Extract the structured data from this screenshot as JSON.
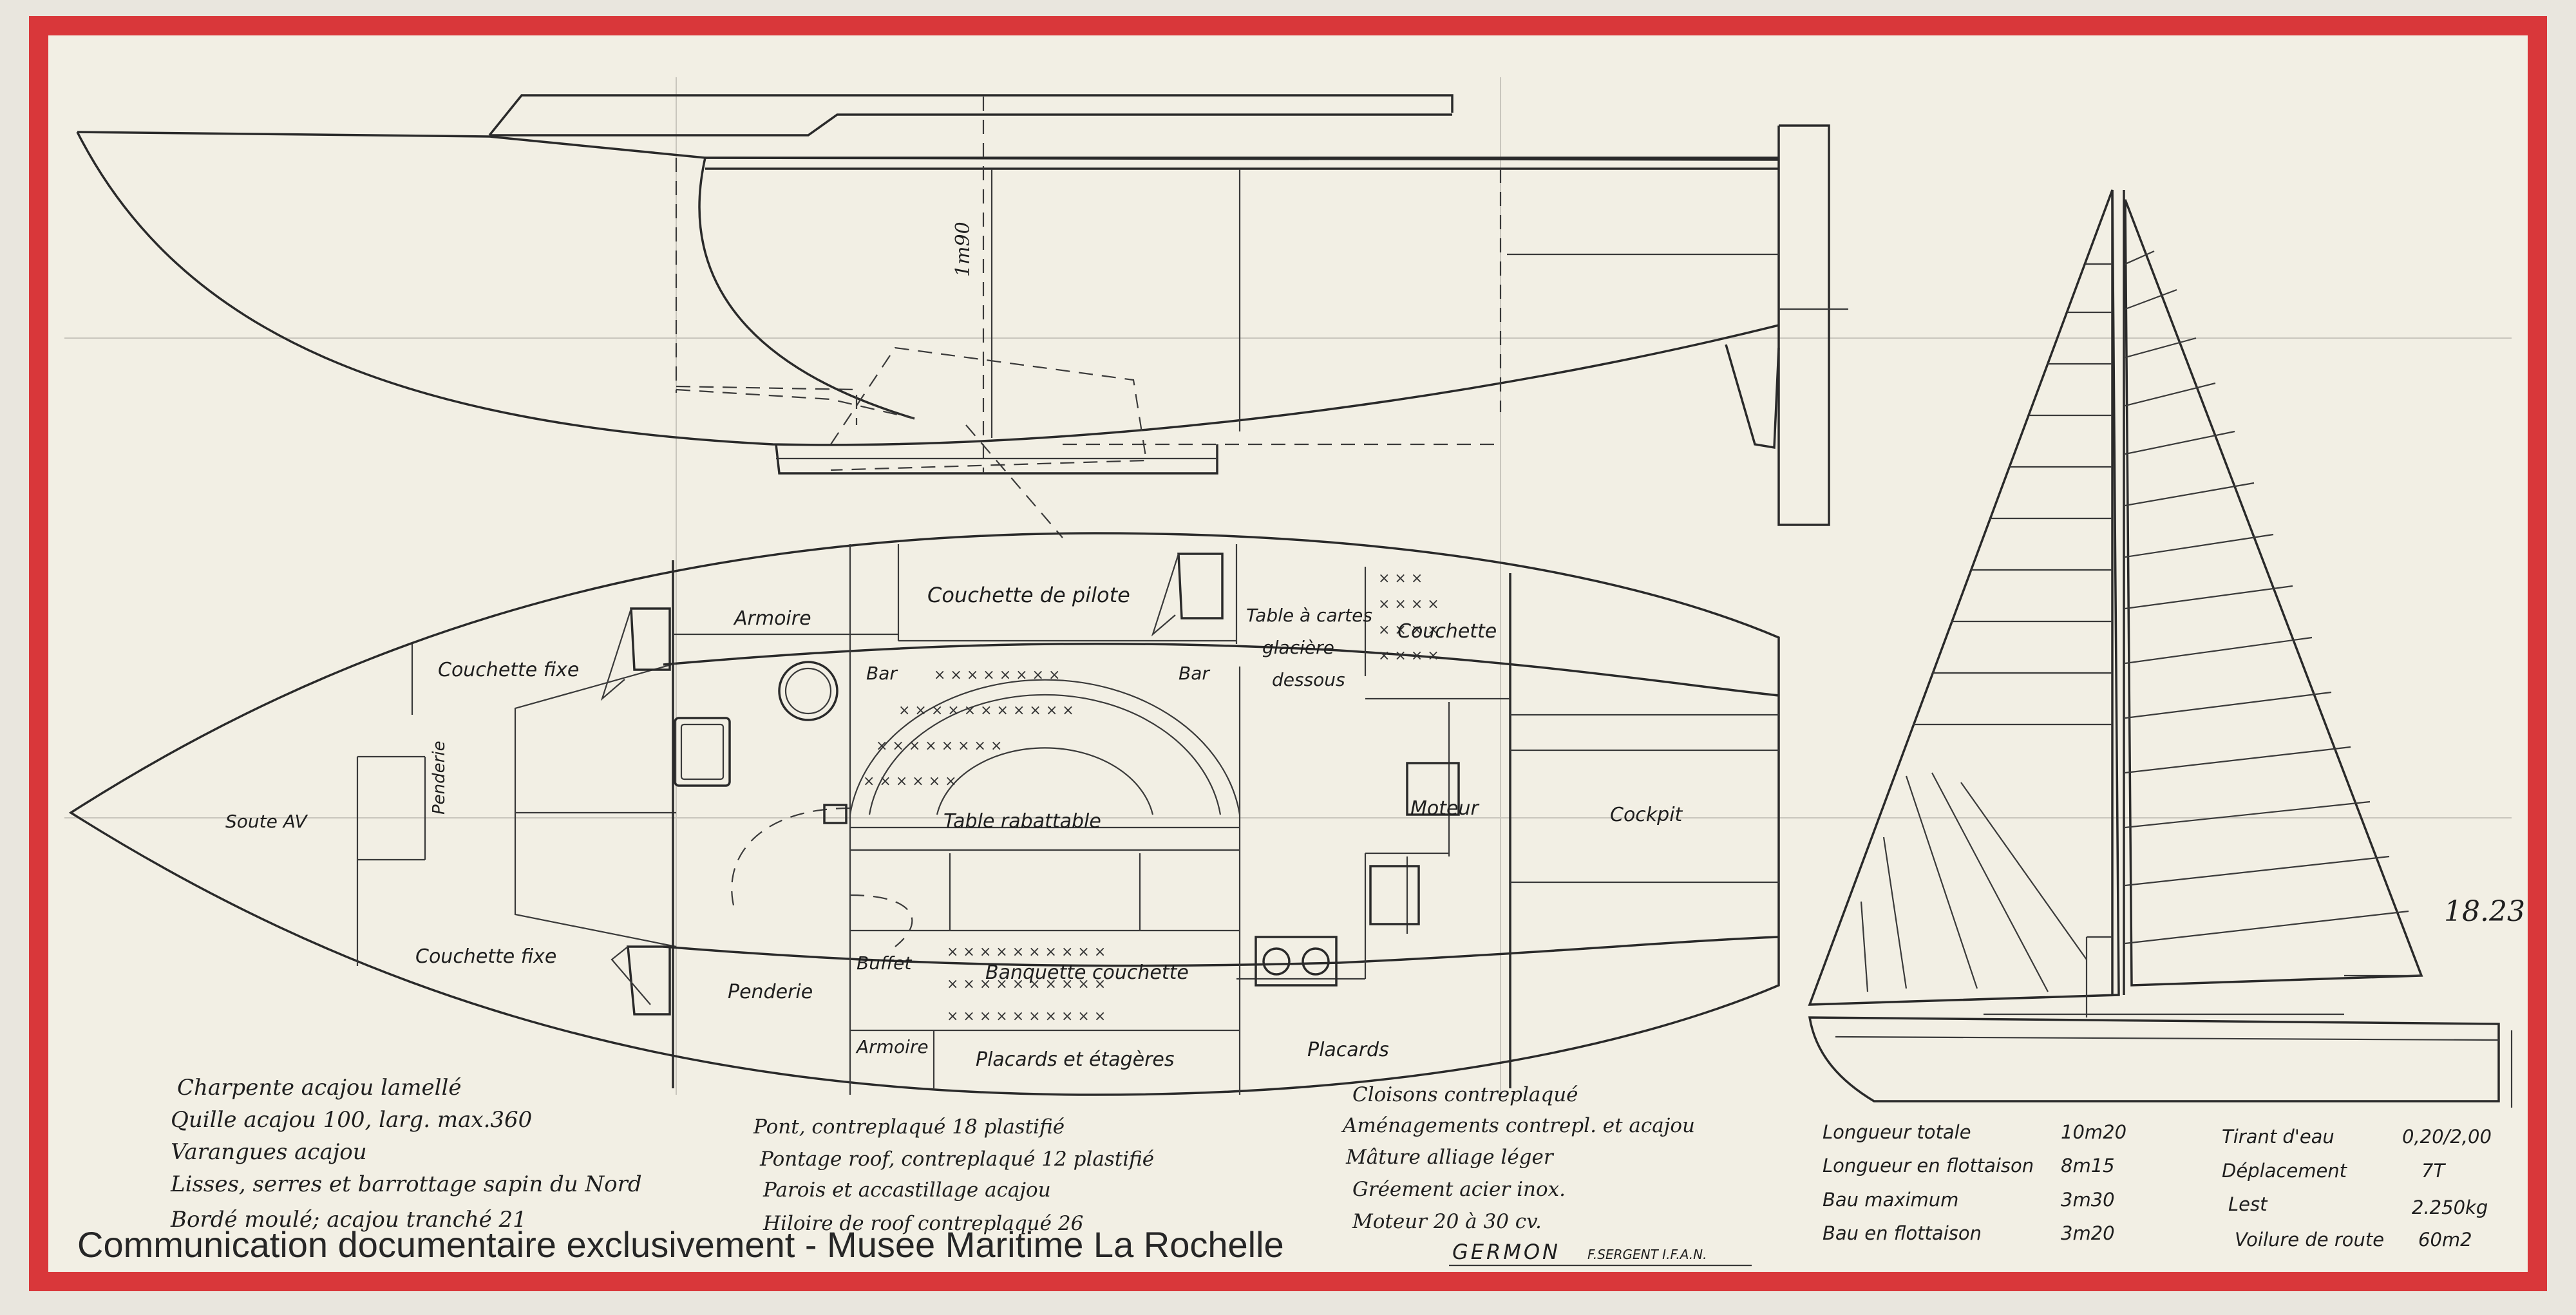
{
  "labels": {
    "pilot_berth": "Couchette de pilote",
    "wardrobe_top": "Armoire",
    "fixed_berth_top": "Couchette fixe",
    "fixed_berth_bottom": "Couchette fixe",
    "bar_left": "Bar",
    "bar_right": "Bar",
    "chart_table_1": "Table à cartes",
    "chart_table_2": "glacière",
    "chart_table_3": "dessous",
    "berth": "Couchette",
    "hanging_locker_fwd": "Penderie",
    "fwd_hold": "Soute AV",
    "folding_table": "Table rabattable",
    "engine": "Moteur",
    "cockpit": "Cockpit",
    "buffet": "Buffet",
    "convertible_bench": "Banquette couchette",
    "hanging_locker": "Penderie",
    "wardrobe_bottom": "Armoire",
    "cupboards_shelves": "Placards et étagères",
    "cupboards": "Placards",
    "height_dim": "1m90",
    "sheet_number": "18.23"
  },
  "notes_left": [
    "Charpente acajou lamellé",
    "Quille acajou 100, larg. max.360",
    "Varangues acajou",
    "Lisses, serres et barrottage sapin du Nord",
    "Bordé moulé; acajou tranché 21"
  ],
  "notes_middle": [
    "Pont, contreplaqué 18 plastifié",
    "Pontage roof, contreplaqué 12 plastifié",
    "Parois et accastillage acajou",
    "Hiloire de roof contreplaqué 26"
  ],
  "notes_right": [
    "Cloisons contreplaqué",
    "Aménagements contrepl. et acajou",
    "Mâture alliage léger",
    "Gréement acier inox.",
    "Moteur 20 à 30 cv."
  ],
  "specs": [
    {
      "label": "Longueur totale",
      "value": "10m20"
    },
    {
      "label": "Longueur en flottaison",
      "value": "8m15"
    },
    {
      "label": "Bau maximum",
      "value": "3m30"
    },
    {
      "label": "Bau en flottaison",
      "value": "3m20"
    }
  ],
  "specs_right": [
    {
      "label": "Tirant d'eau",
      "value": "0,20/2,00"
    },
    {
      "label": "Déplacement",
      "value": "7T"
    },
    {
      "label": "Lest",
      "value": "2.250kg"
    },
    {
      "label": "Voilure de route",
      "value": "60m2"
    }
  ],
  "title": "GERMON",
  "designer": "F.SERGENT I.F.A.N.",
  "watermark": "Communication documentaire exclusivement - Musee Maritime La Rochelle",
  "colors": {
    "border": "#d9373a",
    "paper": "#f2efe4",
    "ink": "#262626"
  }
}
